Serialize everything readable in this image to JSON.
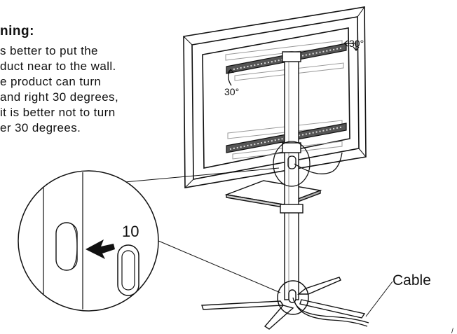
{
  "warning": {
    "title": "ning:",
    "lines": [
      "s better to put the",
      "duct near to the wall.",
      "e product can turn",
      " and right 30 degrees,",
      " it is better not to turn",
      "er 30 degrees."
    ]
  },
  "labels": {
    "angle_top": "30°",
    "angle_left": "30°",
    "part_number": "10",
    "cable": "Cable",
    "corner_mark": "/"
  },
  "icons": {
    "arrow": "insert-arrow-icon"
  }
}
